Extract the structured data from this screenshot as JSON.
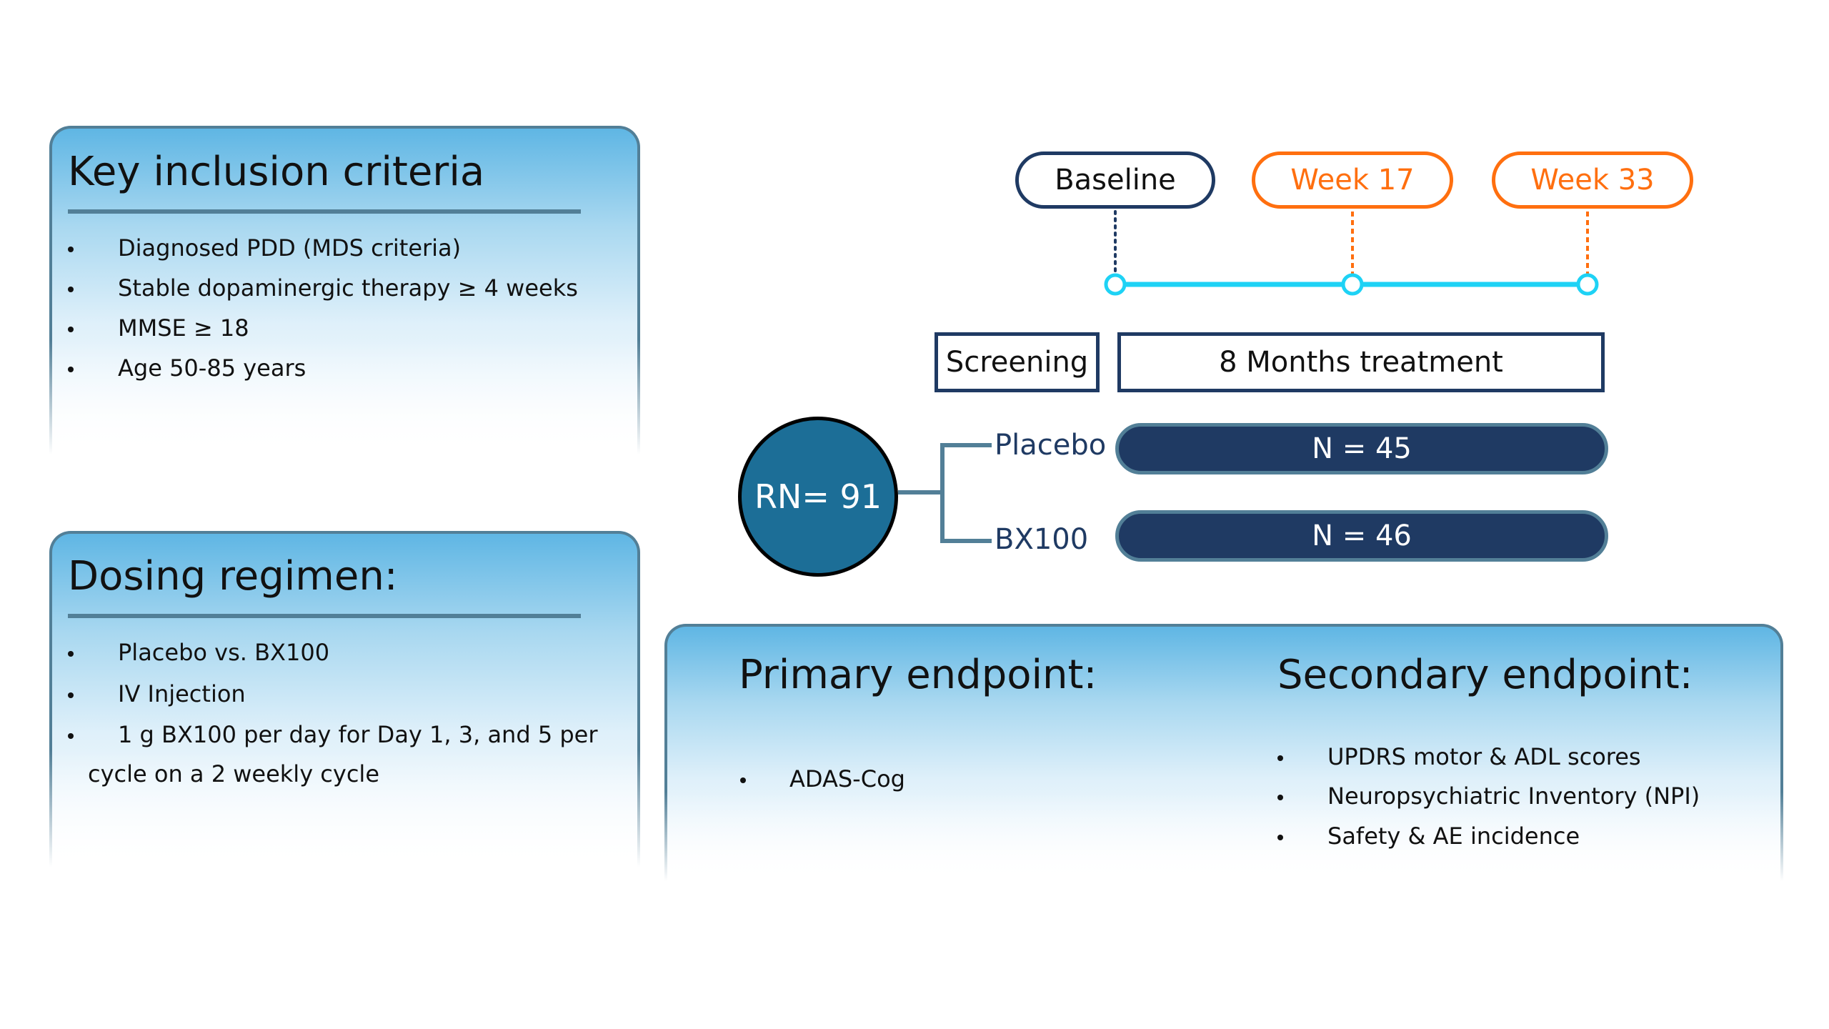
{
  "inclusion": {
    "title": "Key inclusion criteria",
    "items": [
      "Diagnosed PDD (MDS criteria)",
      "Stable dopaminergic therapy ≥ 4 weeks",
      "MMSE ≥ 18",
      "Age 50-85 years"
    ]
  },
  "dosing": {
    "title": "Dosing regimen:",
    "items": [
      "Placebo vs. BX100",
      "IV Injection",
      "1 g BX100 per day for Day 1, 3, and 5 per"
    ],
    "continuation": "cycle on a 2 weekly cycle"
  },
  "timeline": {
    "milestones": [
      "Baseline",
      "Week 17",
      "Week 33"
    ],
    "phases": [
      "Screening",
      "8 Months treatment"
    ],
    "colors": {
      "baseline": "#1f3a63",
      "followup": "#ff6f0f",
      "axis": "#1ed2f5"
    }
  },
  "randomization": {
    "total_label": "RN= 91",
    "arms": [
      {
        "name": "Placebo",
        "n_label": "N = 45"
      },
      {
        "name": "BX100",
        "n_label": "N = 46"
      }
    ]
  },
  "endpoints": {
    "primary": {
      "title": "Primary endpoint:",
      "items": [
        "ADAS-Cog"
      ]
    },
    "secondary": {
      "title": "Secondary endpoint:",
      "items": [
        "UPDRS motor & ADL scores",
        "Neuropsychiatric Inventory (NPI)",
        "Safety & AE incidence"
      ]
    }
  }
}
